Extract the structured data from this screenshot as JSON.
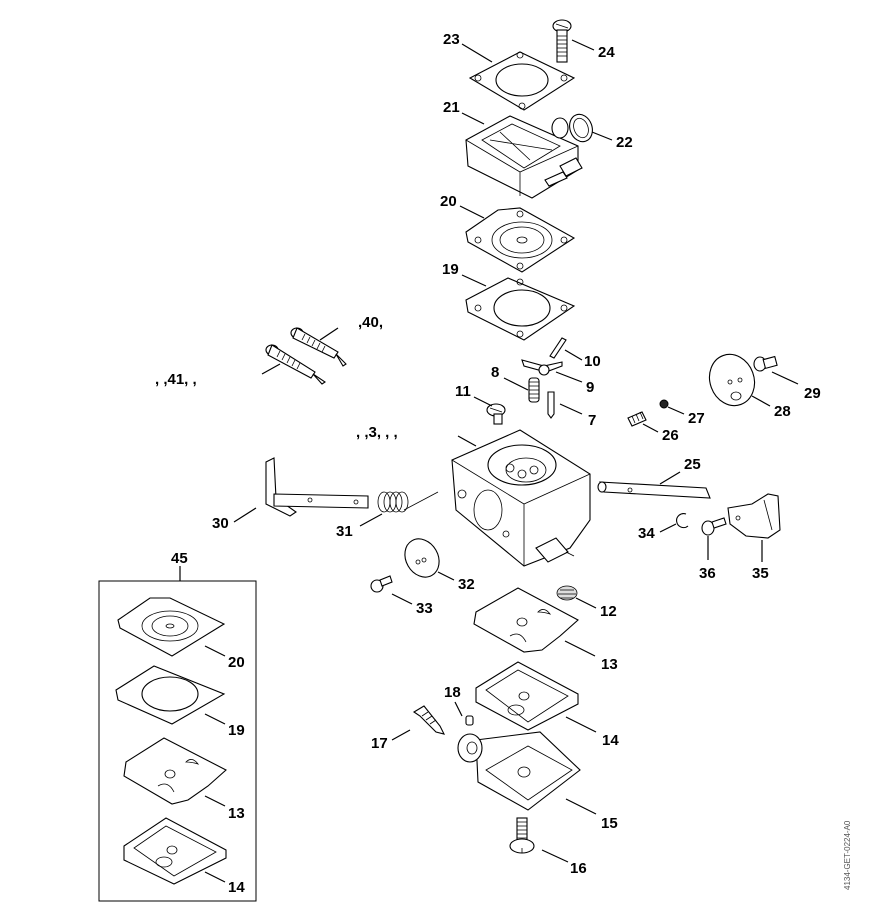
{
  "diagram": {
    "title": "Carburetor exploded parts diagram",
    "drawing_code": "4134-GET-0224-A0",
    "kit": {
      "number": "45",
      "contains": [
        "20",
        "19",
        "13",
        "14"
      ]
    },
    "labels": {
      "p3": ", ,3, , ,",
      "p7": "7",
      "p8": "8",
      "p9": "9",
      "p10": "10",
      "p11": "11",
      "p12": "12",
      "p13": "13",
      "p14": "14",
      "p15": "15",
      "p16": "16",
      "p17": "17",
      "p18": "18",
      "p19": "19",
      "p20": "20",
      "p21": "21",
      "p22": "22",
      "p23": "23",
      "p24": "24",
      "p25": "25",
      "p26": "26",
      "p27": "27",
      "p28": "28",
      "p29": "29",
      "p30": "30",
      "p31": "31",
      "p32": "32",
      "p33": "33",
      "p34": "34",
      "p35": "35",
      "p36": "36",
      "p40": ",40,",
      "p41": ", ,41, ,",
      "p45": "45",
      "kit20": "20",
      "kit19": "19",
      "kit13": "13",
      "kit14": "14"
    }
  }
}
